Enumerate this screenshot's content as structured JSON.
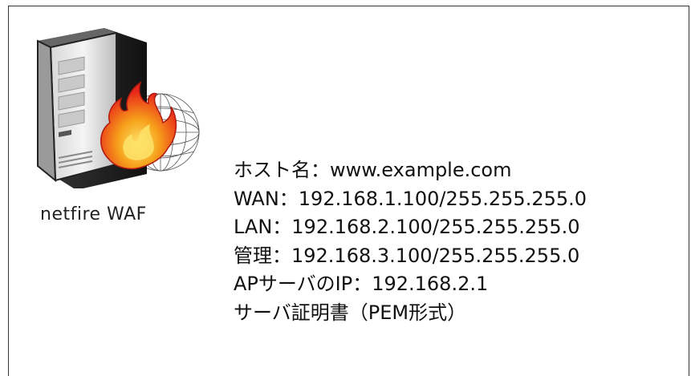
{
  "device": {
    "caption": "netfire WAF",
    "icon": "firewall-server-icon"
  },
  "info": {
    "lines": [
      "ホスト名：www.example.com",
      "WAN：192.168.1.100/255.255.255.0",
      "LAN：192.168.2.100/255.255.255.0",
      "管理：192.168.3.100/255.255.255.0",
      "APサーバのIP：192.168.2.1",
      "サーバ証明書（PEM形式）"
    ]
  },
  "colors": {
    "border": "#333333",
    "text": "#111111",
    "flame_outer": "#e8261a",
    "flame_inner": "#f7a21b"
  }
}
